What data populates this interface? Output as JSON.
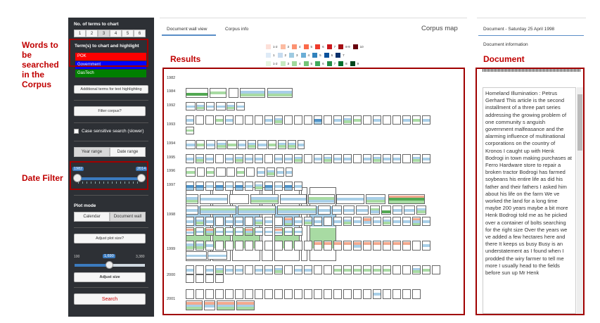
{
  "annotations": {
    "words": "Words to be searched in the Corpus",
    "date_filter": "Date Filter",
    "results": "Results",
    "document": "Document"
  },
  "sidebar": {
    "num_terms_label": "No. of terms to chart",
    "num_terms_options": [
      "1",
      "2",
      "3",
      "4",
      "5",
      "6"
    ],
    "num_terms_selected": 3,
    "terms_label": "Term(s) to chart and highlight",
    "terms": [
      {
        "text": "POK",
        "color": "#ff0000"
      },
      {
        "text": "Government",
        "color": "#0000ff"
      },
      {
        "text": "GasTech",
        "color": "#008000"
      }
    ],
    "additional_terms_button": "Additional terms for text highlighting",
    "filter_corpus_button": "Filter corpus?",
    "case_sensitive_label": "Case sensitive search (slower)",
    "range_tabs": [
      "Year range",
      "Date range"
    ],
    "slider": {
      "min_label": "1982",
      "max_label": "2014"
    },
    "plot_mode_label": "Plot mode",
    "plot_mode_tabs": [
      "Calendar",
      "Document wall"
    ],
    "adjust_plot_size_button": "Adjust plot size?",
    "size_slider": {
      "min": "100",
      "value": "1,690",
      "max": "3,380",
      "level": 0.49
    },
    "adjust_size_button": "Adjust size",
    "search_button": "Search"
  },
  "center": {
    "tabs": [
      "Document wall view",
      "Corpus info"
    ],
    "title": "Corpus map",
    "legend_rows": [
      {
        "labels": [
          "1-2",
          "3",
          "4",
          "5",
          "6",
          "7",
          "8-9",
          "10"
        ],
        "colors": [
          "#fde0d9",
          "#fcbba1",
          "#fc9272",
          "#fb6a4a",
          "#ef3b2c",
          "#cb181d",
          "#a50f15",
          "#67000d"
        ]
      },
      {
        "labels": [
          "1",
          "2",
          "3",
          "4",
          "5",
          "6",
          "7"
        ],
        "colors": [
          "#deebf7",
          "#c6dbef",
          "#9ecae1",
          "#6baed6",
          "#3182bd",
          "#08519c",
          "#08306b"
        ]
      },
      {
        "labels": [
          "1-2",
          "3",
          "4",
          "5",
          "6",
          "7",
          "8",
          "9"
        ],
        "colors": [
          "#e5f5e0",
          "#c7e9c0",
          "#a1d99b",
          "#74c476",
          "#41ab5d",
          "#238b45",
          "#006d2c",
          "#00441b"
        ]
      }
    ],
    "years": [
      "1982",
      "1984",
      "1992",
      "1993",
      "1994",
      "1995",
      "1996",
      "1997",
      "1998",
      "1999",
      "2000",
      "2001"
    ]
  },
  "document": {
    "tabs": [
      "Document - Saturday 25 April 1998",
      "Document information"
    ],
    "text": "Homeland Illumination : Petrus Gerhard This article is the second installment of a three part series addressing the growing problem of one community s anguish government malfeasance and the alarming influence of multinational corporations on the country of Kronos I caught up with Henk Bodrogi in town making purchases at Ferro Hardware store to repair a broken tractor Bodrogi has farmed soybeans his entire life as did his father and their fathers I asked him about his life on the farm We ve worked the land for a long time maybe 200 years maybe a bit more Henk Bodrogi told me as he picked over a container of bolts searching for the right size Over the years we ve added a few hectares here and there It keeps us busy Busy is an understatement as I found when I prodded the wiry farmer to tell me more I usually head to the fields before sun up Mr Henk"
  },
  "colors": {
    "sidebar_bg": "#2d3035",
    "annotation": "#c00000",
    "pok": "#ff0000",
    "government": "#0000ff",
    "gastech": "#008000"
  }
}
